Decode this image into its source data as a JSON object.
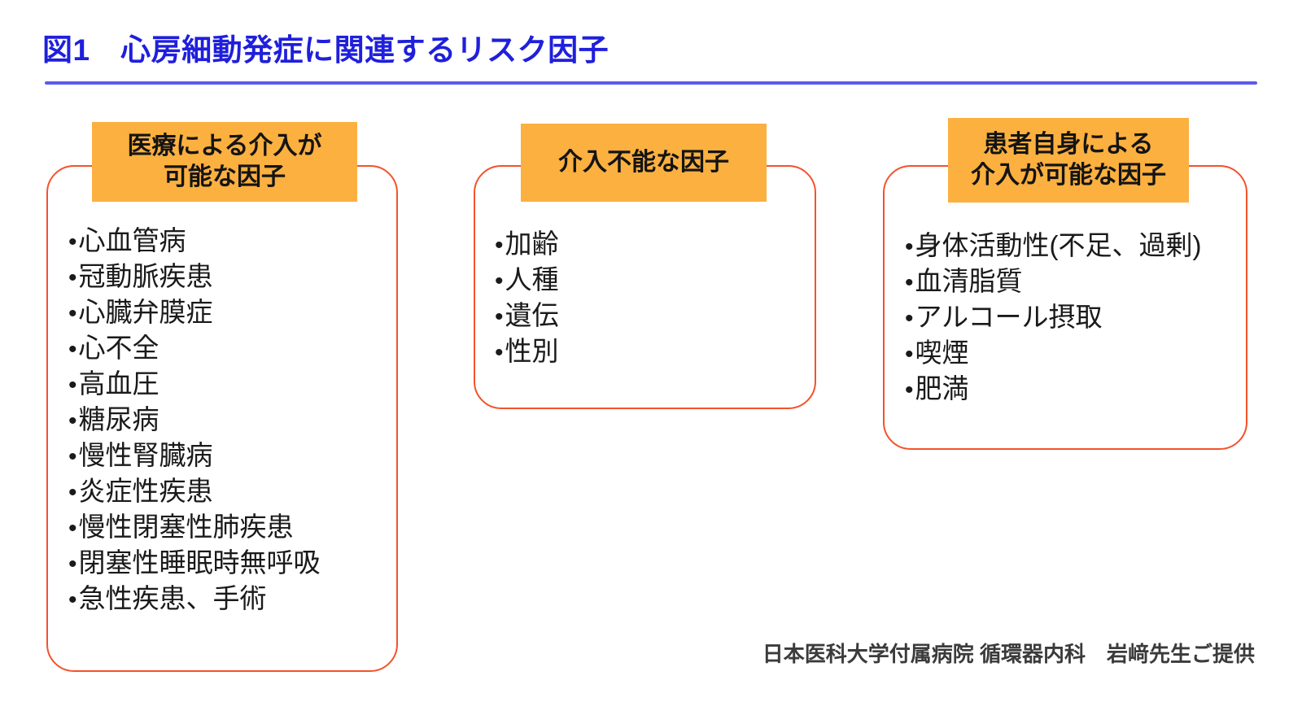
{
  "title": {
    "text": "図1　心房細動発症に関連するリスク因子",
    "color": "#1f1fdc",
    "rule_color": "#5b5bee"
  },
  "colors": {
    "header_fill": "#fbb040",
    "box_border": "#f4522a",
    "body_text": "#1a1a1a",
    "credit_text": "#3b3b3b"
  },
  "groups": [
    {
      "id": "medical",
      "header": "医療による介入が\n可能な因子",
      "items": [
        "心血管病",
        "冠動脈疾患",
        "心臓弁膜症",
        "心不全",
        "高血圧",
        "糖尿病",
        "慢性腎臓病",
        "炎症性疾患",
        "慢性閉塞性肺疾患",
        "閉塞性睡眠時無呼吸",
        "急性疾患、手術"
      ]
    },
    {
      "id": "nonmodifiable",
      "header": "介入不能な因子",
      "items": [
        "加齢",
        "人種",
        "遺伝",
        "性別"
      ]
    },
    {
      "id": "patient",
      "header": "患者自身による\n介入が可能な因子",
      "items": [
        "身体活動性(不足、過剰)",
        "血清脂質",
        "アルコール摂取",
        "喫煙",
        "肥満"
      ]
    }
  ],
  "credit": "日本医科大学付属病院 循環器内科　岩﨑先生ご提供",
  "bullet_glyph": "•"
}
